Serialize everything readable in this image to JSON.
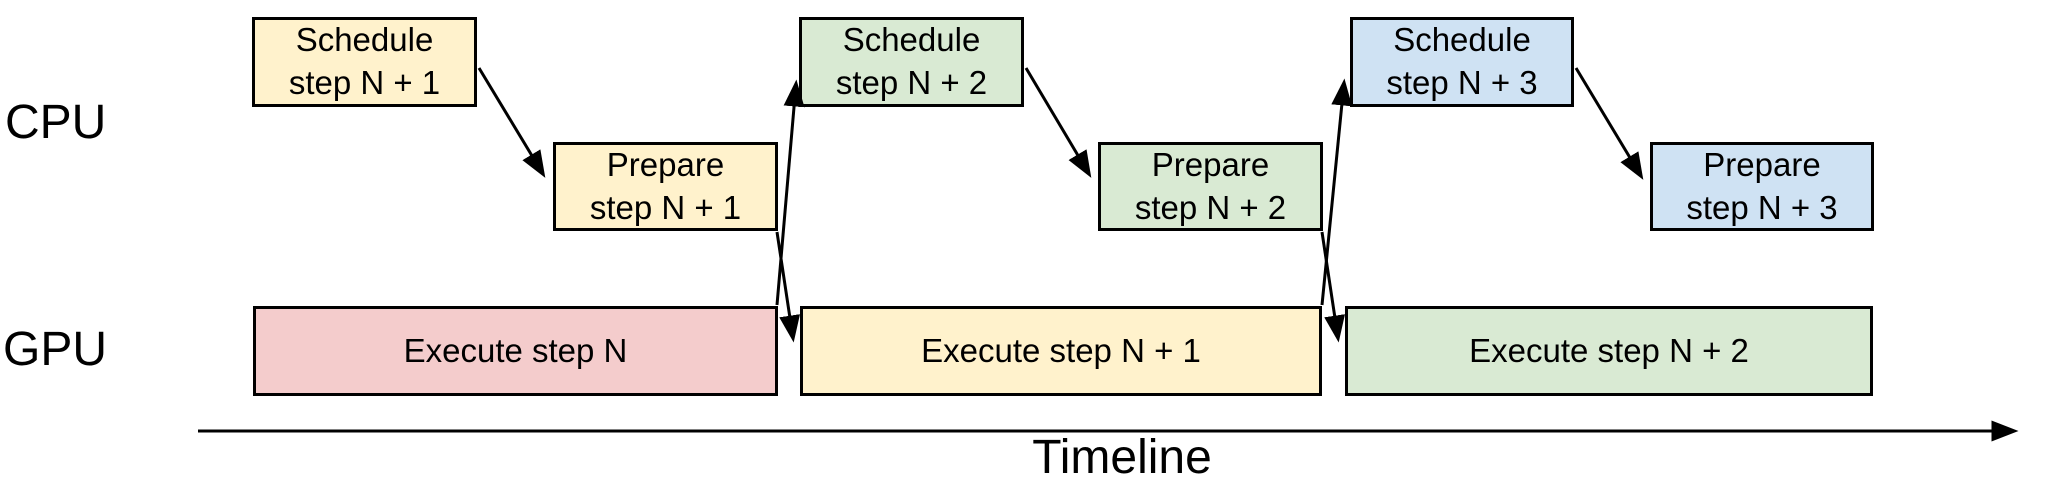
{
  "labels": {
    "cpu": "CPU",
    "gpu": "GPU"
  },
  "axis": {
    "label": "Timeline"
  },
  "colors": {
    "yellow": "#FFF2CC",
    "green": "#D9EAD3",
    "blue": "#CFE2F3",
    "red": "#F4CCCC",
    "border": "#000000",
    "arrow": "#000000"
  },
  "boxes": {
    "schedule": [
      {
        "label": "Schedule\nstep N + 1",
        "color": "yellow"
      },
      {
        "label": "Schedule\nstep N + 2",
        "color": "green"
      },
      {
        "label": "Schedule\nstep N + 3",
        "color": "blue"
      }
    ],
    "prepare": [
      {
        "label": "Prepare\nstep N + 1",
        "color": "yellow"
      },
      {
        "label": "Prepare\nstep N + 2",
        "color": "green"
      },
      {
        "label": "Prepare\nstep N + 3",
        "color": "blue"
      }
    ],
    "execute": [
      {
        "label": "Execute step N",
        "color": "red"
      },
      {
        "label": "Execute step N + 1",
        "color": "yellow"
      },
      {
        "label": "Execute step N + 2",
        "color": "green"
      }
    ]
  }
}
